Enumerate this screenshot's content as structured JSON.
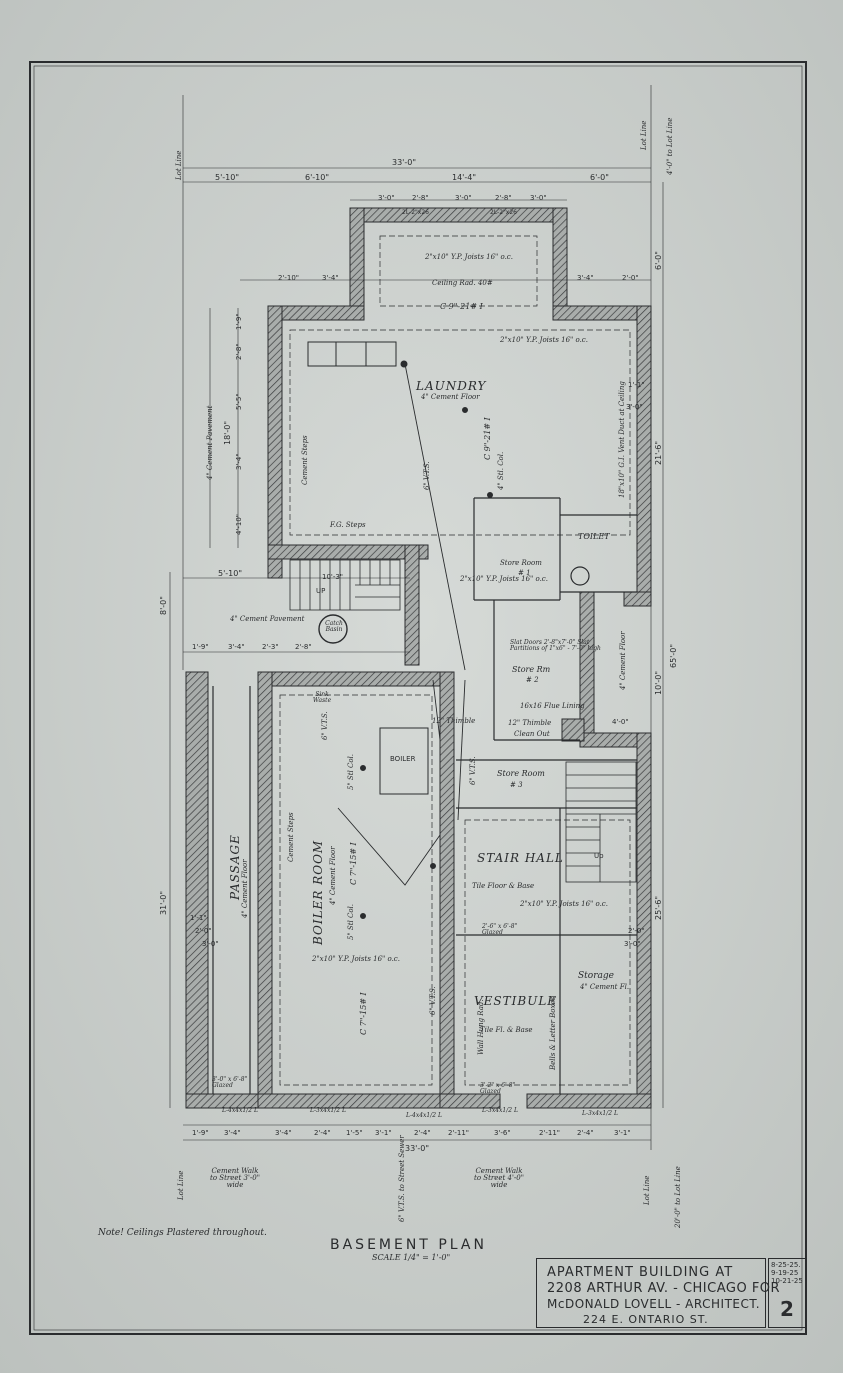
{
  "drawing": {
    "title": "BASEMENT PLAN",
    "scale": "SCALE 1/4\" = 1'-0\"",
    "note": "Note! Ceilings Plastered throughout."
  },
  "title_block": {
    "line1": "APARTMENT BUILDING AT",
    "line2": "2208 ARTHUR AV. - CHICAGO FOR",
    "line3": "McDONALD LOVELL - ARCHITECT.",
    "line4": "224 E. ONTARIO ST.",
    "dates": [
      "8-25-25.",
      "9-19-25",
      "10-21-25"
    ],
    "sheet_number": "2"
  },
  "rooms": {
    "laundry": "LAUNDRY",
    "laundry_floor": "4\" Cement Floor",
    "toilet": "TOILET",
    "store_room_1": "Store Room",
    "store_room_1_no": "# 1",
    "store_room_2": "Store Rm",
    "store_room_2_no": "# 2",
    "store_room_3": "Store Room",
    "store_room_3_no": "# 3",
    "boiler_room": "BOILER ROOM",
    "boiler_room_floor": "4\" Cement Floor",
    "boiler": "BOILER",
    "passage": "PASSAGE",
    "passage_floor": "4\" Cement Floor",
    "stair_hall": "STAIR HALL",
    "stair_hall_floor": "Tile Floor & Base",
    "vestibule": "VESTIBULE",
    "vestibule_floor": "Tile Fl. & Base",
    "storage": "Storage",
    "storage_floor": "4\" Cement Fl.",
    "cement_pavement_upper": "4\" Cement Pavement",
    "cement_pavement_mid": "4\" Cement Pavement",
    "cement_floor_right": "4\" Cement Floor",
    "catch_basin": "Catch Basin"
  },
  "notes": {
    "ceiling_rad": "Ceiling Rad. 40#",
    "joists_top": "2\"x10\" Y.P. Joists 16\" o.c.",
    "joists_laundry": "2\"x10\" Y.P. Joists 16\" o.c.",
    "joists_store": "2\"x10\" Y.P. Joists 16\" o.c.",
    "joists_boiler": "2\"x10\" Y.P. Joists 16\" o.c.",
    "joists_stair": "2\"x10\" Y.P. Joists 16\" o.c.",
    "beam_top": "C 9\"-21# I",
    "beam_laundry": "C 9\"-21# I",
    "beam_boiler_a": "C 7\"-15# I",
    "beam_boiler_b": "C 7\"-15# I",
    "vent_duct": "18\"x10\" G.I. Vent Duct at Ceiling",
    "slat_doors": "Slat Doors 2'-8\"x7'-0\" Slat Partitions of 1\"x6\" - 7'-0\" high",
    "flue_lining": "16x16 Flue Lining",
    "thimble_a": "12\" Thimble",
    "thimble_b": "12\" Thimble",
    "clean_out": "Clean Out",
    "vts_a": "6\" V.T.S.",
    "vts_b": "6\" V.T.S.",
    "vts_c": "6\" V.T.S.",
    "vts_d": "6\" V.T.S.",
    "fg_steps": "F.G. Steps",
    "cement_steps_a": "Cement Steps",
    "cement_steps_b": "Cement Steps",
    "up_a": "UP",
    "up_b": "Up",
    "sink": "Sink Waste",
    "glazed_a": "2'-6\" x 6'-8\" Glazed",
    "glazed_b": "3'-2\" x 6'-8\" Glazed",
    "glazed_c": "3'-0\" x 6'-8\" Glazed",
    "wall_hung": "Wall Hung Rad.",
    "bells": "Bells & Letter Boxes",
    "cement_walk_a": "Cement Walk to Street 3'-0\" wide",
    "cement_walk_b": "Cement Walk to Street 4'-0\" wide",
    "street_sewer": "6\" V.T.S. to Street Sewer",
    "lot_line": "Lot Line",
    "to_lot_line_top": "4'-0\" to Lot Line",
    "to_lot_line_bottom": "20'-0\" to Lot Line",
    "steel_col_a": "4\" Stl. Col.",
    "steel_col_b": "5\" Stl Col.",
    "steel_col_c": "5\" Stl Col.",
    "window_a": "2L-2\"x26",
    "window_b": "2L-2\"x26",
    "lintel_a": "L-4x4x1/2 L",
    "lintel_b": "L-3x4x1/2 L",
    "lintel_c": "L-4x4x1/2 L",
    "lintel_d": "L-3x4x1/2 L",
    "lintel_e": "L-3x4x1/2 L"
  },
  "dimensions": {
    "top_overall": "33'-0\"",
    "top_a": "5'-10\"",
    "top_b": "6'-10\"",
    "top_c": "14'-4\"",
    "top_d": "6'-0\"",
    "top_e": "3'-0\"",
    "top_f": "2'-8\"",
    "top_g": "3'-0\"",
    "top_h": "2'-8\"",
    "top_i": "3'-0\"",
    "row2_a": "2'-10\"",
    "row2_b": "3'-4\"",
    "row2_c": "3'-4\"",
    "row2_d": "2'-0\"",
    "right_a": "6'-0\"",
    "right_b": "21'-6\"",
    "right_c": "10'-0\"",
    "right_d": "65'-0\"",
    "right_e": "25'-6\"",
    "right_f": "4'-0\"",
    "left_a": "1'-9\"",
    "left_b": "2'-8\"",
    "left_c": "5'-5\"",
    "left_d": "18'-0\"",
    "left_e": "3'-4\"",
    "left_f": "4'-10\"",
    "left_g": "8'-0\"",
    "left_h": "31'-0\"",
    "mid_a": "5'-10\"",
    "mid_b": "10'-3\"",
    "mid_c": "1'-9\"",
    "mid_d": "3'-4\"",
    "mid_e": "2'-3\"",
    "mid_f": "2'-8\"",
    "bot_overall": "33'-0\"",
    "bot_a": "1'-9\"",
    "bot_b": "3'-4\"",
    "bot_c": "3'-4\"",
    "bot_d": "2'-4\"",
    "bot_e": "1'-5\"",
    "bot_f": "3'-1\"",
    "bot_g": "2'-4\"",
    "bot_h": "2'-11\"",
    "bot_i": "3'-6\"",
    "bot_j": "2'-11\"",
    "bot_k": "2'-4\"",
    "bot_l": "3'-1\"",
    "side_a": "1'-1\"",
    "side_b": "3'-0\"",
    "side_c": "2'-0\"",
    "side_d": "3'-0\"",
    "side_e": "1'-1\"",
    "side_f": "2'-0\"",
    "side_g": "3'-0\""
  },
  "colors": {
    "paper": "#c9cecb",
    "paper_light": "#d4d8d5",
    "ink": "#2a2c2e",
    "wall_fill": "#8f9391"
  }
}
